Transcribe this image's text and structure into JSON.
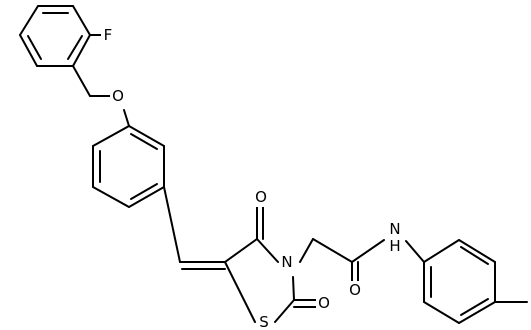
{
  "diagram": {
    "atoms": {
      "F": "F",
      "O_ether": "O",
      "O_top": "O",
      "O_amide": "O",
      "O_bottom": "O",
      "N_ring": "N",
      "S_ring": "S",
      "NH": "N",
      "H": "H"
    }
  }
}
